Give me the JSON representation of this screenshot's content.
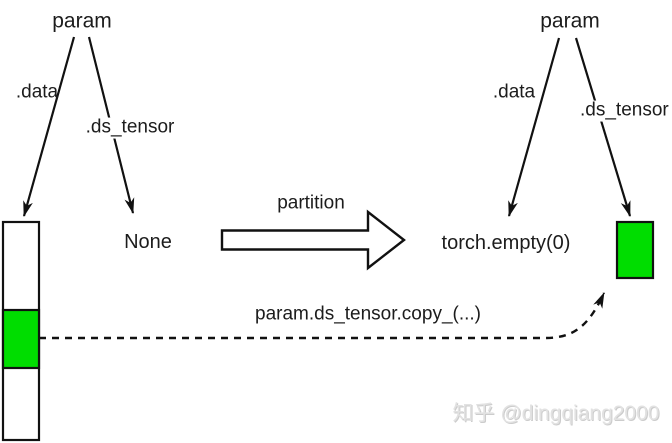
{
  "left_tree": {
    "root": "param",
    "data_edge_label": ".data",
    "ds_tensor_edge_label": ".ds_tensor",
    "ds_tensor_value": "None"
  },
  "right_tree": {
    "root": "param",
    "data_edge_label": ".data",
    "ds_tensor_edge_label": ".ds_tensor",
    "data_value": "torch.empty(0)"
  },
  "transition": {
    "label": "partition",
    "copy_call_label": "param.ds_tensor.copy_(...)"
  },
  "watermark": {
    "text": "知乎 @dingqiang2000"
  },
  "colors": {
    "highlight_green": "#00dd00",
    "shape_fill_white": "#ffffff",
    "line_black": "#111111"
  }
}
